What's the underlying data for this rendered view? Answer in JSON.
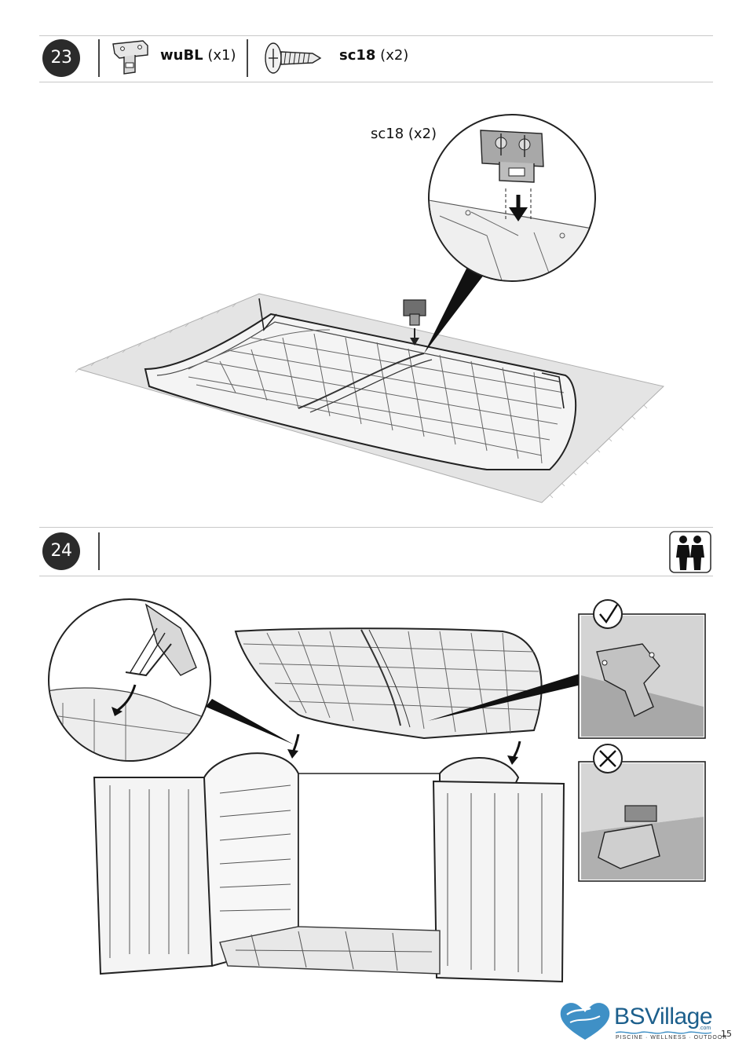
{
  "step23": {
    "number": "23",
    "parts": [
      {
        "code": "wuBL",
        "qty": "(x1)",
        "icon": "bracket-icon"
      },
      {
        "code": "sc18",
        "qty": "(x2)",
        "icon": "screw-icon"
      }
    ],
    "callout_label": "sc18 (x2)"
  },
  "step24": {
    "number": "24",
    "icon": "two-persons-icon"
  },
  "footer": {
    "brand": "BSVillage",
    "brand_suffix": ".com",
    "tagline": "PISCINE · WELLNESS · OUTDOOR",
    "page_number": "15"
  }
}
